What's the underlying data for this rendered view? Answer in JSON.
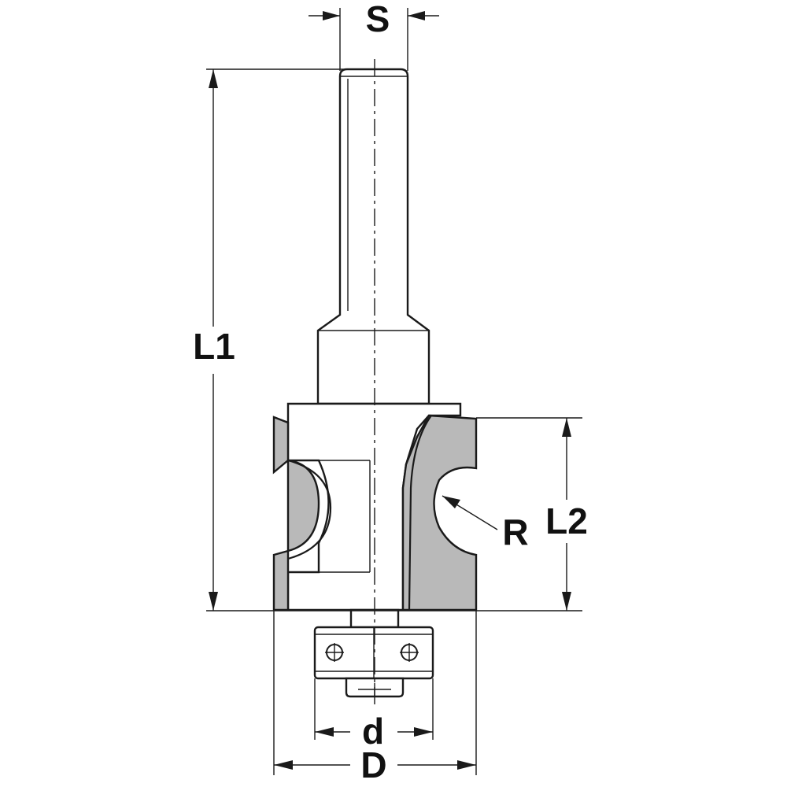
{
  "labels": {
    "S": "S",
    "L1": "L1",
    "L2": "L2",
    "R": "R",
    "d": "d",
    "D": "D"
  }
}
